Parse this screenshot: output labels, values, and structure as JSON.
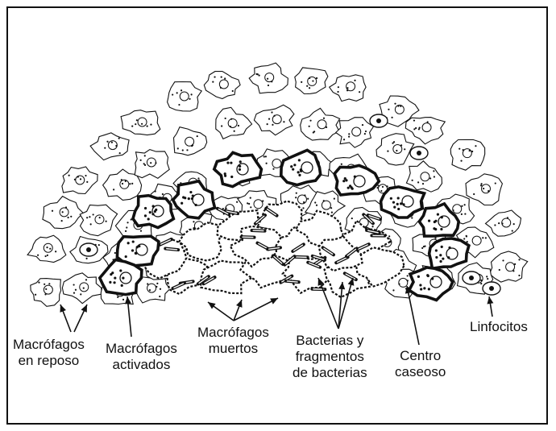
{
  "labels": {
    "resting": [
      "Macrófagos",
      "en reposo"
    ],
    "activated": [
      "Macrófagos",
      "activados"
    ],
    "dead": [
      "Macrófagos",
      "muertos"
    ],
    "bacteria": [
      "Bacterias y",
      "fragmentos",
      "de bacterias"
    ],
    "caseous": [
      "Centro",
      "caseoso"
    ],
    "lymphocytes": "Linfocitos"
  },
  "colors": {
    "ink": "#111111",
    "background": "#ffffff"
  }
}
